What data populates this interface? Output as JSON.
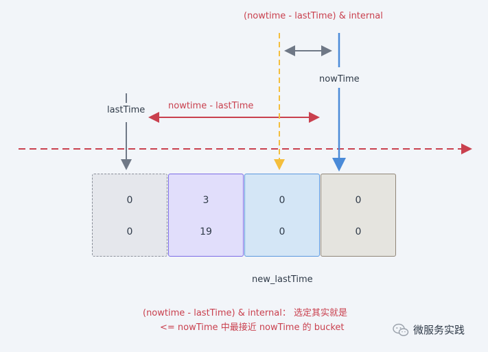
{
  "labels": {
    "top_formula": "(nowtime - lastTime) & internal",
    "now_time": "nowTime",
    "last_time": "lastTime",
    "delta": "nowtime - lastTime",
    "new_last_time": "new_lastTime"
  },
  "buckets": [
    {
      "top": "0",
      "bottom": "0"
    },
    {
      "top": "3",
      "bottom": "19"
    },
    {
      "top": "0",
      "bottom": "0"
    },
    {
      "top": "0",
      "bottom": "0"
    }
  ],
  "footer": {
    "line1": "(nowtime - lastTime) & internal： 选定其实就是",
    "line2": "<= nowTime 中最接近 nowTime 的 bucket"
  },
  "watermark": {
    "text": "微服务实践",
    "icon": "wechat-icon"
  },
  "colors": {
    "red": "#c9404e",
    "blue": "#4a8ad8",
    "yellow": "#f4be3c",
    "gray": "#6f7886"
  }
}
